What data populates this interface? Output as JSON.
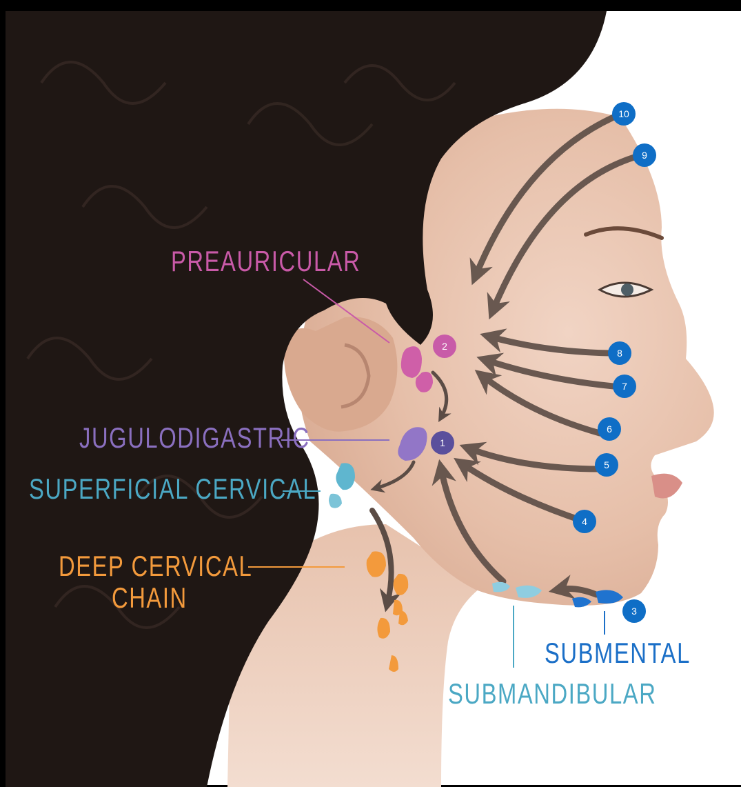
{
  "labels": {
    "preauricular": "PREAURICULAR",
    "jugulodigastric": "JUGULODIGASTRIC",
    "superficial_cervical": "SUPERFICIAL CERVICAL",
    "deep_cervical_line1": "DEEP CERVICAL",
    "deep_cervical_line2": "CHAIN",
    "submental": "SUBMENTAL",
    "submandibular": "SUBMANDIBULAR"
  },
  "markers": [
    "1",
    "2",
    "3",
    "4",
    "5",
    "6",
    "7",
    "8",
    "9",
    "10"
  ],
  "colors": {
    "preauricular": "#c95aa8",
    "jugulodigastric": "#8a6fbf",
    "superficial_cervical": "#4ba8c4",
    "deep_cervical": "#f39a3c",
    "submental": "#1b6fc7",
    "submandibular": "#3f9fc4",
    "marker_blue": "#0f6ec6",
    "marker_purple": "#5a4f9c",
    "marker_pink": "#c85ba8",
    "arrow": "#5b4c45"
  }
}
